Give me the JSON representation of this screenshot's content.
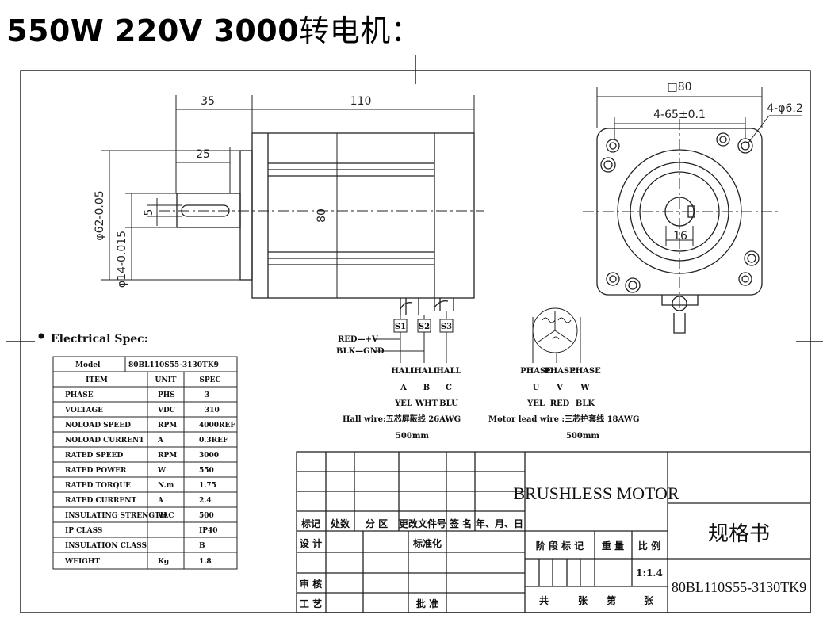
{
  "title": {
    "main": "550W 220V 3000",
    "cn": "转电机："
  },
  "side_view": {
    "dim_35": "35",
    "dim_110": "110",
    "dim_25": "25",
    "dim_80": "80",
    "dim_5": "5",
    "dim_phi62": "φ62-0.05",
    "dim_phi14": "φ14-0.015"
  },
  "front_view": {
    "dim_sq80": "□80",
    "dim_65": "4-65±0.1",
    "dim_hole": "4-φ6.2",
    "dim_16": "16"
  },
  "wiring": {
    "red": "RED—+V",
    "blk": "BLK—GND",
    "hall_sensors": [
      "S1",
      "S2",
      "S3"
    ],
    "hall_labels": [
      "HALL",
      "HALL",
      "HALL"
    ],
    "hall_letters": [
      "A",
      "B",
      "C"
    ],
    "hall_colors": [
      "YEL",
      "WHT",
      "BLU"
    ],
    "hall_wire": "Hall wire:五芯屏蔽线 26AWG",
    "hall_len": "500mm",
    "phase_labels": [
      "PHASE",
      "PHASE",
      "PHASE"
    ],
    "phase_letters": [
      "U",
      "V",
      "W"
    ],
    "phase_colors": [
      "YEL",
      "RED",
      "BLK"
    ],
    "motor_wire": "Motor lead wire :三芯护套线 18AWG",
    "motor_len": "500mm"
  },
  "spec": {
    "heading": "Electrical Spec:",
    "model_label": "Model",
    "model_value": "80BL110S55-3130TK9",
    "headers": [
      "ITEM",
      "UNIT",
      "SPEC"
    ],
    "rows": [
      [
        "PHASE",
        "PHS",
        "3"
      ],
      [
        "VOLTAGE",
        "VDC",
        "310"
      ],
      [
        "NOLOAD SPEED",
        "RPM",
        "4000REF"
      ],
      [
        "NOLOAD CURRENT",
        "A",
        "0.3REF"
      ],
      [
        "RATED SPEED",
        "RPM",
        "3000"
      ],
      [
        "RATED POWER",
        "W",
        "550"
      ],
      [
        "RATED TORQUE",
        "N.m",
        "1.75"
      ],
      [
        "RATED CURRENT",
        "A",
        "2.4"
      ],
      [
        "INSULATING STRENGTH",
        "VAC",
        "500"
      ],
      [
        "IP CLASS",
        "",
        "IP40"
      ],
      [
        "INSULATION CLASS",
        "",
        "B"
      ],
      [
        "WEIGHT",
        "Kg",
        "1.8"
      ]
    ]
  },
  "title_block": {
    "product": "BRUSHLESS MOTOR",
    "doc": "规格书",
    "model": "80BL110S55-3130TK9",
    "r1": [
      "标记",
      "处数",
      "分 区",
      "更改文件号",
      "签 名",
      "年、月、日"
    ],
    "design": "设 计",
    "standard": "标准化",
    "stage": "阶 段 标 记",
    "weight": "重 量",
    "scale": "比 例",
    "scale_value": "1:1.4",
    "review": "审 核",
    "craft": "工 艺",
    "approve": "批 准",
    "total": "共",
    "sheets": "张",
    "no": "第",
    "sheet": "张"
  }
}
